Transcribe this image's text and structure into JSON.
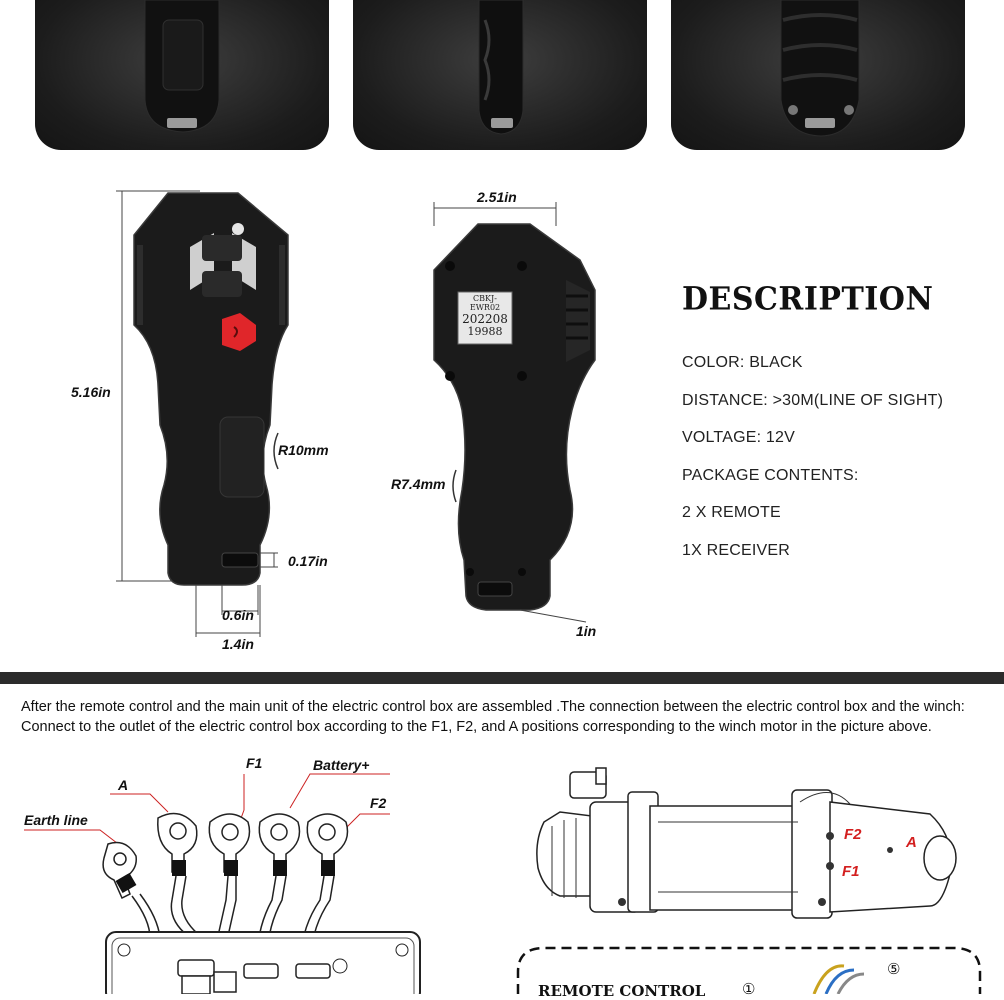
{
  "top_photos": [
    {
      "name": "remote-back-view"
    },
    {
      "name": "remote-side-view"
    },
    {
      "name": "remote-angled-view"
    }
  ],
  "dimensions": {
    "height": "5.16in",
    "radius_front": "R10mm",
    "thickness": "0.17in",
    "slot_width": "0.6in",
    "base_width": "1.4in",
    "top_width": "2.51in",
    "radius_back": "R7.4mm",
    "depth": "1in"
  },
  "label": {
    "line1": "CBKJ-EWR02",
    "line2": "202208",
    "line3": "19988"
  },
  "description": {
    "title": "DESCRIPTION",
    "specs": [
      "COLOR: BLACK",
      "DISTANCE: >30M(LINE OF SIGHT)",
      "VOLTAGE: 12V",
      "PACKAGE CONTENTS:",
      "2 X REMOTE",
      "1X RECEIVER"
    ]
  },
  "instructions": "After the remote control and the main unit of the electric control box are assembled .The connection between the electric control box and the winch: Connect to the outlet of the electric control box according to the F1, F2, and A positions corresponding to the winch motor in the picture above.",
  "wiring": {
    "earth": "Earth line",
    "a": "A",
    "f1": "F1",
    "battery": "Battery+",
    "f2": "F2"
  },
  "winch": {
    "f2": "F2",
    "a": "A",
    "f1": "F1"
  },
  "remote_box": {
    "title": "REMOTE CONTROL",
    "n1": "①",
    "n5": "⑤"
  },
  "colors": {
    "accent_red": "#d31f1f",
    "button_red": "#e0262a",
    "divider": "#2b2b2b"
  }
}
